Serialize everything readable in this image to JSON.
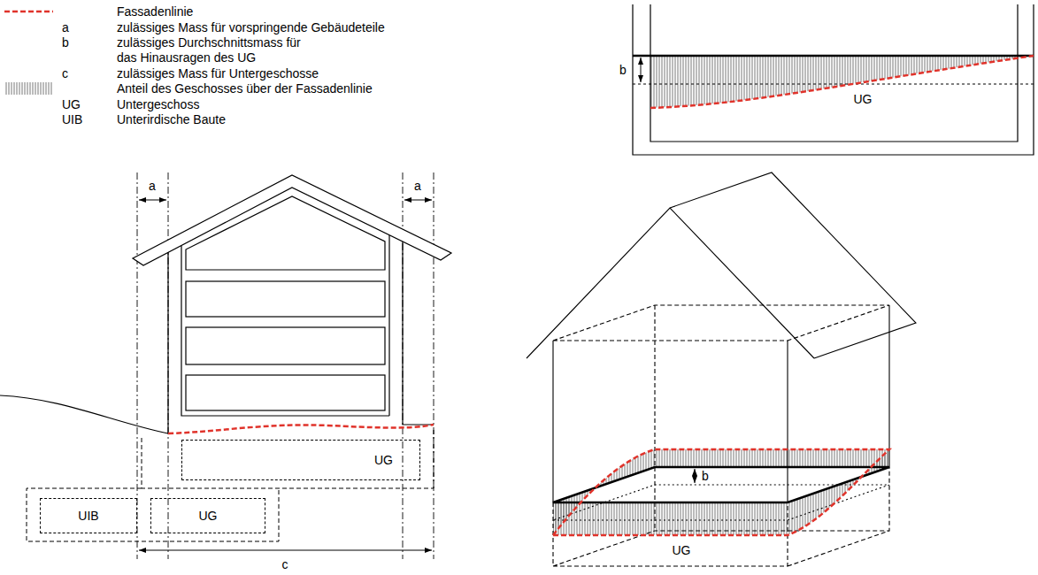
{
  "diagram": {
    "nodes": [
      {
        "text": [
          "UG"
        ]
      },
      {
        "text": [
          "UIB"
        ]
      },
      {
        "text": [
          "UG"
        ]
      }
    ],
    "labels": [
      "a",
      "b",
      "c",
      "UG",
      "UIB",
      "b",
      "UG",
      "a",
      "a",
      "c",
      "b",
      "UG"
    ],
    "legend": [
      {
        "text": "Fassadenlinie"
      },
      {
        "text": "zulässiges Mass für vorspringende Gebäudeteile"
      },
      {
        "text": "zulässiges Durchschnittsmass für das Hinausragen des UG"
      },
      {
        "text": "zulässiges Mass für Untergeschosse"
      },
      {
        "text": "Anteil des Geschosses über der Fassadenlinie"
      },
      {
        "text": "Untergeschoss"
      },
      {
        "text": "Unterirdische Baute"
      }
    ]
  }
}
